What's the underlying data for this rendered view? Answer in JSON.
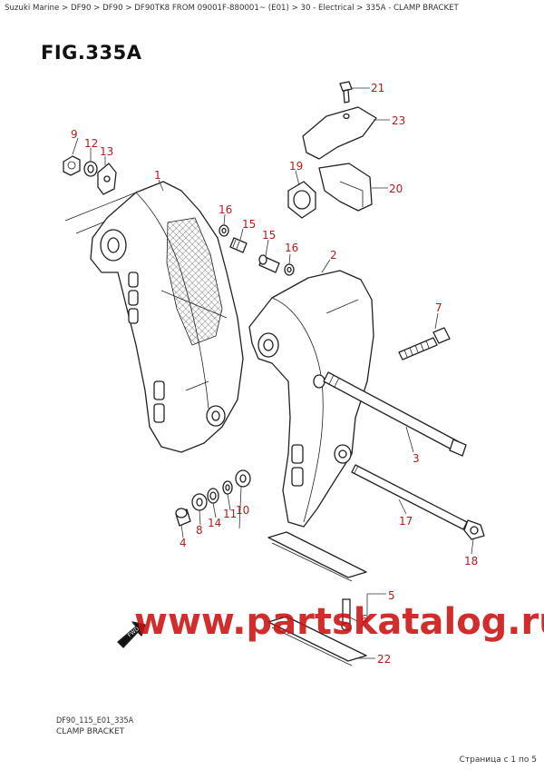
{
  "breadcrumb": "Suzuki Marine > DF90 > DF90 > DF90TK8 FROM 09001F-880001~ (E01) > 30 - Electrical > 335A - CLAMP BRACKET",
  "figure_title": "FIG.335A",
  "footer": {
    "drawing_code": "DF90_115_E01_335A",
    "drawing_name": "CLAMP BRACKET"
  },
  "pager": "Страница с 1 по 5",
  "watermark": "www.partskatalog.ru",
  "callouts": {
    "c1": "1",
    "c2": "2",
    "c3": "3",
    "c4": "4",
    "c5": "5",
    "c6": "6",
    "c7": "7",
    "c8": "8",
    "c9": "9",
    "c10": "10",
    "c11": "11",
    "c12": "12",
    "c13": "13",
    "c14": "14",
    "c15a": "15",
    "c15b": "15",
    "c16a": "16",
    "c16b": "16",
    "c17": "17",
    "c18": "18",
    "c19": "19",
    "c20": "20",
    "c21": "21",
    "c22": "22",
    "c23": "23"
  },
  "direction_label": "FWD"
}
